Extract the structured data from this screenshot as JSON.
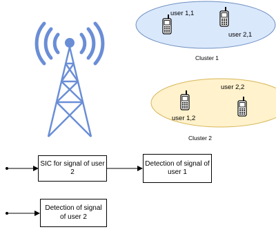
{
  "colors": {
    "tower": "#6a8ed6",
    "tower_stroke": "#4a6fc0",
    "cluster1_fill": "#dae8fc",
    "cluster1_stroke": "#6c8ebf",
    "cluster2_fill": "#fff2cc",
    "cluster2_stroke": "#d6b656",
    "phone": "#000000"
  },
  "icons": {
    "tower": "radio-tower-icon",
    "phone": "mobile-phone-icon"
  },
  "clusters": [
    {
      "caption": "Cluster 1",
      "users": [
        "user 1,1",
        "user 2,1"
      ]
    },
    {
      "caption": "Cluster 2",
      "users": [
        "user 2,2",
        "user 1,2"
      ]
    }
  ],
  "blocks": {
    "sic_user2": "SIC for signal of user 2",
    "detect_user1": "Detection of signal of user 1",
    "detect_user2": "Detection of signal of user 2"
  }
}
